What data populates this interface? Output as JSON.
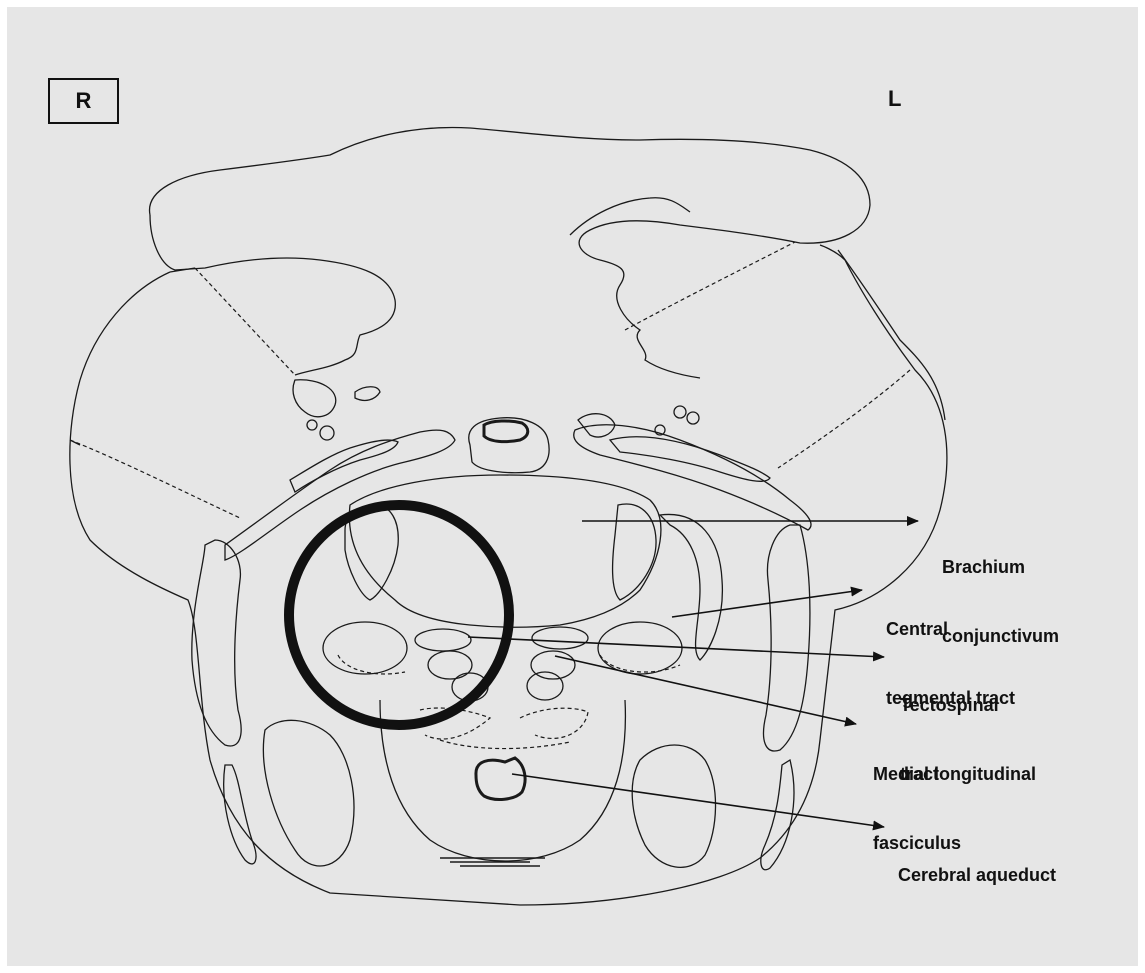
{
  "orientation": {
    "right": "R",
    "left": "L"
  },
  "labels": {
    "brachium": {
      "line1": "Brachium",
      "line2": "conjunctivum"
    },
    "central": {
      "line1": "Central",
      "line2": "tegmental tract"
    },
    "tectospinal": {
      "line1": "Tectospinal",
      "line2": "tract"
    },
    "mlf": {
      "line1": "Medial longitudinal",
      "line2": "fasciculus"
    },
    "aqueduct": {
      "line1": "Cerebral aqueduct"
    }
  },
  "colors": {
    "background": "#e6e6e6",
    "line": "#1a1a1a",
    "highlight_ring": "#111111"
  }
}
